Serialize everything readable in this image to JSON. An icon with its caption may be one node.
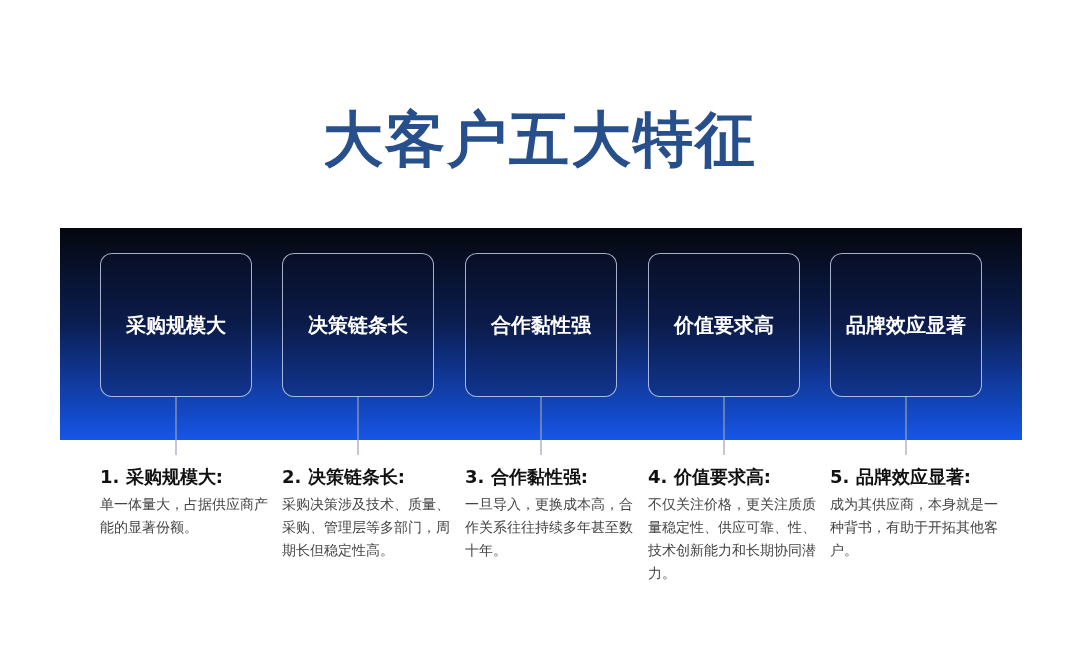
{
  "diagram": {
    "title": "大客户五大特征",
    "nodes": [
      {
        "text": [
          "采购规模大"
        ]
      },
      {
        "text": [
          "决策链条长"
        ]
      },
      {
        "text": [
          "合作黏性强"
        ]
      },
      {
        "text": [
          "价值要求高"
        ]
      },
      {
        "text": [
          "品牌效应显著"
        ]
      },
      {
        "text": [
          "1. 采购规模大:",
          "单一体量大，占据供应商产能的显著份额。"
        ]
      },
      {
        "text": [
          "2. 决策链条长:",
          "采购决策涉及技术、质量、采购、管理层等多部门，周期长但稳定性高。"
        ]
      },
      {
        "text": [
          "3. 合作黏性强:",
          "一旦导入，更换成本高，合作关系往往持续多年甚至数十年。"
        ]
      },
      {
        "text": [
          "4. 价值要求高:",
          "不仅关注价格，更关注质质量稳定性、供应可靠、性、技术创新能力和长期协同潜力。"
        ]
      },
      {
        "text": [
          "5. 品牌效应显著:",
          "成为其供应商，本身就是一种背书，有助于开拓其他客户。"
        ]
      }
    ],
    "edges": [
      {
        "from": 0,
        "to": 5,
        "arrow": "none"
      },
      {
        "from": 1,
        "to": 6,
        "arrow": "none"
      },
      {
        "from": 2,
        "to": 7,
        "arrow": "none"
      },
      {
        "from": 3,
        "to": 8,
        "arrow": "none"
      },
      {
        "from": 4,
        "to": 9,
        "arrow": "none"
      }
    ]
  }
}
